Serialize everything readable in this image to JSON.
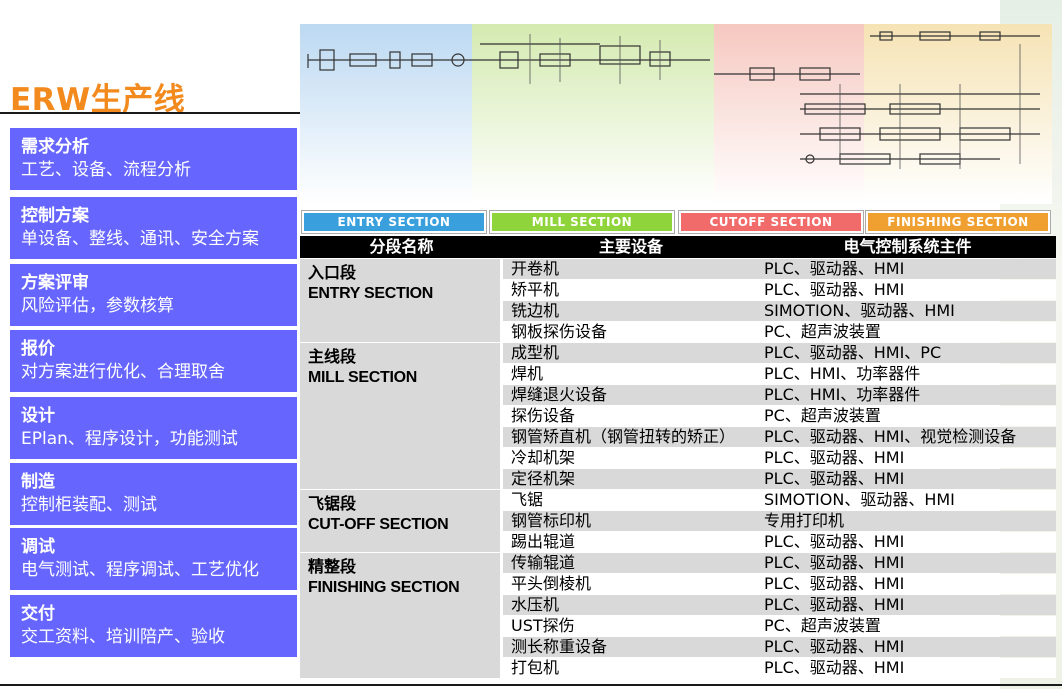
{
  "title": "ERW生产线",
  "steps": [
    {
      "heading": "需求分析",
      "detail": "工艺、设备、流程分析"
    },
    {
      "heading": "控制方案",
      "detail": "单设备、整线、通讯、安全方案"
    },
    {
      "heading": "方案评审",
      "detail": "风险评估，参数核算"
    },
    {
      "heading": "报价",
      "detail": "对方案进行优化、合理取舍"
    },
    {
      "heading": "设计",
      "detail": "EPlan、程序设计，功能测试"
    },
    {
      "heading": "制造",
      "detail": "控制柜装配、测试"
    },
    {
      "heading": "调试",
      "detail": "电气测试、程序调试、工艺优化"
    },
    {
      "heading": "交付",
      "detail": "交工资料、培训陪产、验收"
    }
  ],
  "sections": [
    {
      "label": "ENTRY SECTION",
      "color": "#3aa0dd"
    },
    {
      "label": "MILL SECTION",
      "color": "#8fd43a"
    },
    {
      "label": "CUTOFF SECTION",
      "color": "#f26b6b"
    },
    {
      "label": "FINISHING SECTION",
      "color": "#f0a030"
    }
  ],
  "table": {
    "headers": [
      "分段名称",
      "主要设备",
      "电气控制系统主件"
    ],
    "groups": [
      {
        "cn": "入口段",
        "en": "ENTRY SECTION",
        "rows": [
          [
            "开卷机",
            "PLC、驱动器、HMI"
          ],
          [
            "矫平机",
            "PLC、驱动器、HMI"
          ],
          [
            "铣边机",
            "SIMOTION、驱动器、HMI"
          ],
          [
            "钢板探伤设备",
            "PC、超声波装置"
          ]
        ]
      },
      {
        "cn": "主线段",
        "en": "MILL SECTION",
        "rows": [
          [
            "成型机",
            "PLC、驱动器、HMI、PC"
          ],
          [
            "焊机",
            "PLC、HMI、功率器件"
          ],
          [
            "焊缝退火设备",
            "PLC、HMI、功率器件"
          ],
          [
            "探伤设备",
            "PC、超声波装置"
          ],
          [
            "钢管矫直机（钢管扭转的矫正）",
            "PLC、驱动器、HMI、视觉检测设备"
          ],
          [
            "冷却机架",
            "PLC、驱动器、HMI"
          ],
          [
            "定径机架",
            "PLC、驱动器、HMI"
          ]
        ]
      },
      {
        "cn": "飞锯段",
        "en": "CUT-OFF SECTION",
        "rows": [
          [
            "飞锯",
            "SIMOTION、驱动器、HMI"
          ],
          [
            "钢管标印机",
            "专用打印机"
          ],
          [
            "踢出辊道",
            "PLC、驱动器、HMI"
          ]
        ]
      },
      {
        "cn": "精整段",
        "en": "FINISHING SECTION",
        "rows": [
          [
            "传输辊道",
            "PLC、驱动器、HMI"
          ],
          [
            "平头倒棱机",
            "PLC、驱动器、HMI"
          ],
          [
            "水压机",
            "PLC、驱动器、HMI"
          ],
          [
            "UST探伤",
            "PC、超声波装置"
          ],
          [
            "测长称重设备",
            "PLC、驱动器、HMI"
          ],
          [
            "打包机",
            "PLC、驱动器、HMI"
          ]
        ]
      }
    ]
  }
}
